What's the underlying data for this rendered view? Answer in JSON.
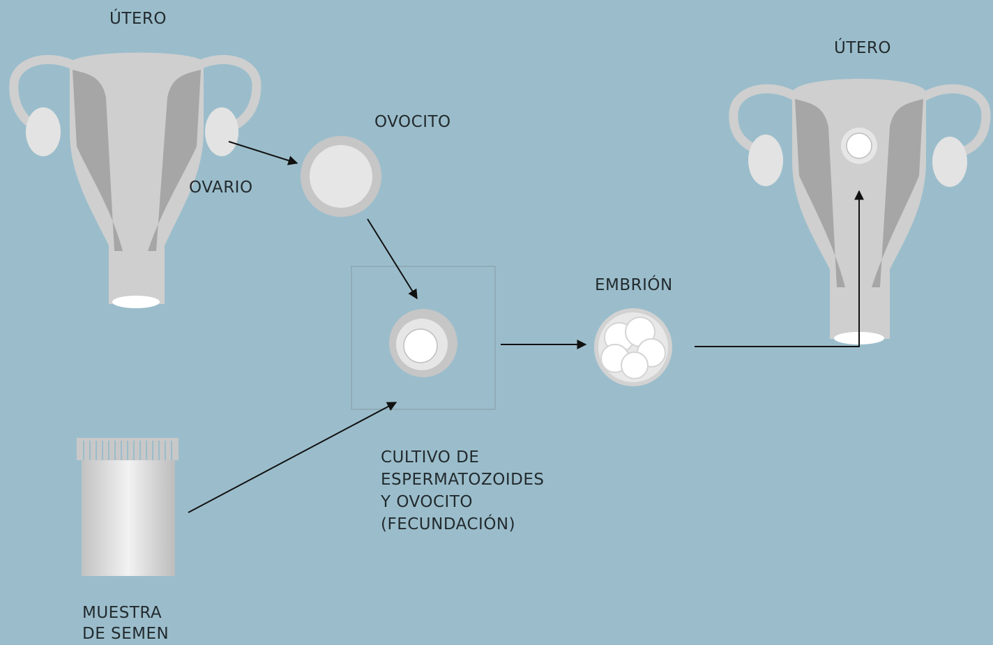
{
  "labels": {
    "uterus_left": "ÚTERO",
    "ovary": "OVARIO",
    "oocyte": "OVOCITO",
    "embryo": "EMBRIÓN",
    "uterus_right": "ÚTERO",
    "culture_line1": "CULTIVO DE",
    "culture_line2": "ESPERMATOZOIDES",
    "culture_line3": "Y OVOCITO",
    "culture_line4": "(FECUNDACIÓN)",
    "semen_line1": "MUESTRA",
    "semen_line2": "DE SEMEN"
  },
  "colors": {
    "background": "#9bbdcb",
    "organ_light": "#cfcfcf",
    "organ_dark": "#a6a6a6",
    "ovary": "#e3e3e3",
    "cell_outer": "#c6c6c6",
    "cell_inner": "#e6e6e6",
    "arrow": "#111111"
  }
}
